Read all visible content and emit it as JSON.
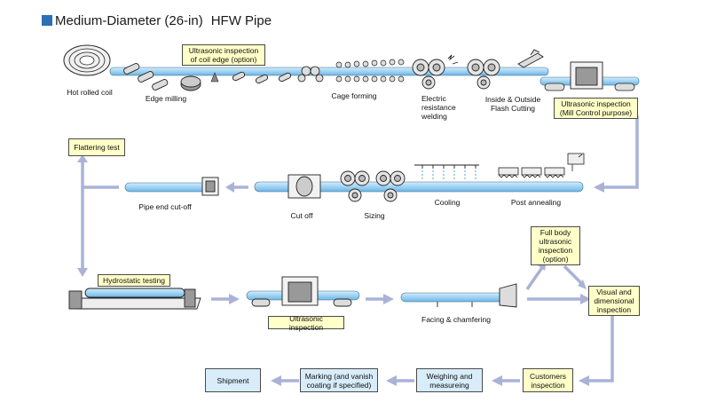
{
  "title": {
    "main": "Medium-Diameter (26-in)",
    "suffix": "HFW Pipe"
  },
  "colors": {
    "pipe": "#9fd3f4",
    "arrow": "#aab2d8",
    "label_box": "#ffffc8",
    "dest_box": "#d8ecfa",
    "title_square": "#2c6fb5"
  },
  "row1": {
    "ultrasonic_edge": "Ultrasonic inspection\nof coil edge (option)",
    "hot_rolled_coil": "Hot rolled coil",
    "edge_milling": "Edge milling",
    "cage_forming": "Cage forming",
    "erw": "Electric\nresistance\nwelding",
    "flash_cutting": "Inside & Outside\nFlash Cutting",
    "ultrasonic_mill": "Ultrasonic inspection\n(Mill Control purpose)"
  },
  "row2": {
    "flattening_test": "Flattering test",
    "pipe_end_cutoff": "Pipe end cut-off",
    "cut_off": "Cut off",
    "sizing": "Sizing",
    "cooling": "Cooling",
    "post_annealing": "Post annealing"
  },
  "row3": {
    "hydrostatic": "Hydrostatic testing",
    "ultrasonic": "Ultrasonic inspection",
    "facing": "Facing & chamfering",
    "full_body": "Full body\nultrasonic\ninspection\n(option)",
    "visual": "Visual and\ndimensional\ninspection"
  },
  "row4": {
    "customers": "Customers\ninspection",
    "weighing": "Weighing and\nmeasureing",
    "marking": "Marking (and vanish\ncoating if specified)",
    "shipment": "Shipment"
  }
}
